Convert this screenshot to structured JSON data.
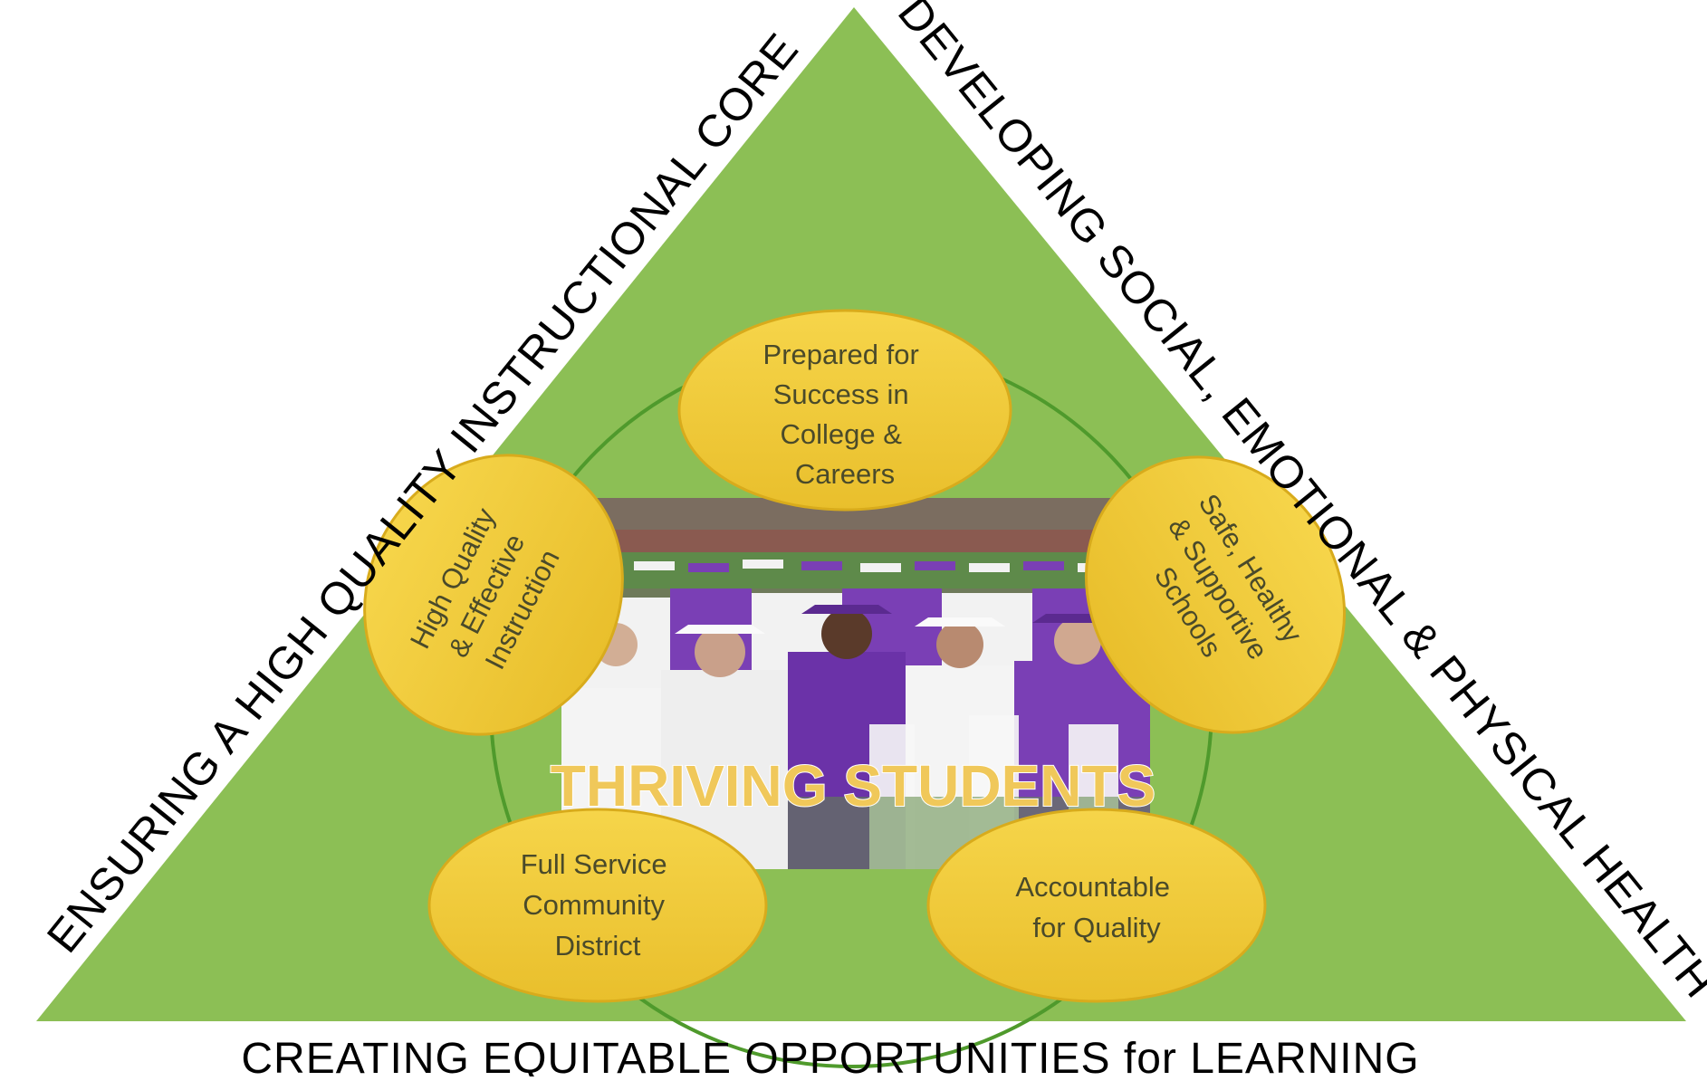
{
  "diagram": {
    "side_labels": {
      "left": "ENSURING A HIGH QUALITY INSTRUCTIONAL CORE",
      "right": "DEVELOPING SOCIAL, EMOTIONAL & PHYSICAL  HEALTH",
      "bottom": "CREATING EQUITABLE OPPORTUNITIES for LEARNING"
    },
    "center_label": "THRIVING STUDENTS",
    "ovals": [
      {
        "id": "top",
        "lines": [
          "Prepared for",
          "Success in",
          "College &",
          "Careers"
        ]
      },
      {
        "id": "left",
        "lines": [
          "High Quality",
          "& Effective",
          "Instruction"
        ]
      },
      {
        "id": "right",
        "lines": [
          "Safe, Healthy",
          "& Supportive",
          "Schools"
        ]
      },
      {
        "id": "bottom-left",
        "lines": [
          "Full Service",
          "Community",
          "District"
        ]
      },
      {
        "id": "bottom-right",
        "lines": [
          "Accountable",
          "for Quality"
        ]
      }
    ],
    "colors": {
      "triangle_fill": "#8cbf55",
      "oval_fill": "#f2c93b",
      "oval_stroke": "#d8ab1c",
      "ring_stroke": "#4f9a2c",
      "gown_white": "#f2f2f2",
      "gown_purple": "#7a3fb5"
    }
  }
}
